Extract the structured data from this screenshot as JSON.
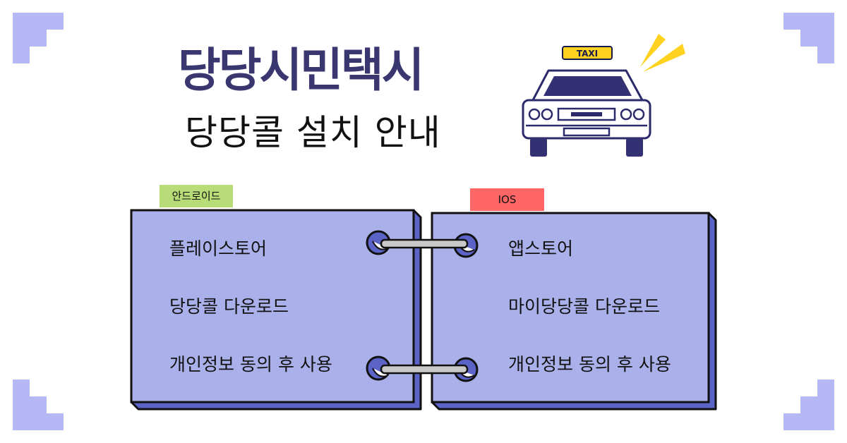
{
  "title": "당당시민택시",
  "subtitle": "당당콜 설치 안내",
  "taxi_sign": "TAXI",
  "colors": {
    "corner": "#b6b8f6",
    "title": "#393670",
    "card": "#aab0e9",
    "card_edge": "#5c63c7",
    "android_tag": "#b8dc77",
    "ios_tag": "#ff6767",
    "taxi_yellow": "#ffd21f"
  },
  "android": {
    "tag": "안드로이드",
    "steps": [
      "플레이스토어",
      "당당콜 다운로드",
      "개인정보 동의 후 사용"
    ]
  },
  "ios": {
    "tag": "IOS",
    "steps": [
      "앱스토어",
      "마이당당콜 다운로드",
      "개인정보 동의 후 사용"
    ]
  }
}
